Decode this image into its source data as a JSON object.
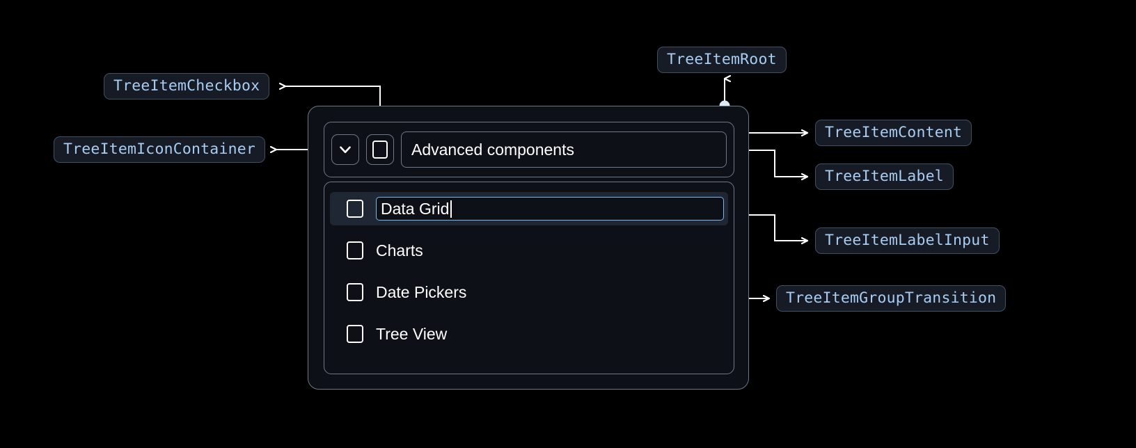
{
  "theme": {
    "background": "#000000",
    "panel_bg": "#0d1117",
    "panel_border": "#6f7985",
    "chip_bg": "#161b26",
    "chip_border": "#40505f",
    "chip_text": "#a8cdf2",
    "connector": "#ffffff",
    "dot": "#dce9f7",
    "selected_row_bg": "#1e2733",
    "input_border": "#7db6ec",
    "text": "#ffffff"
  },
  "annotations": [
    {
      "id": "tree-item-root",
      "label": "TreeItemRoot"
    },
    {
      "id": "tree-item-checkbox",
      "label": "TreeItemCheckbox"
    },
    {
      "id": "tree-item-icon-container",
      "label": "TreeItemIconContainer"
    },
    {
      "id": "tree-item-content",
      "label": "TreeItemContent"
    },
    {
      "id": "tree-item-label",
      "label": "TreeItemLabel"
    },
    {
      "id": "tree-item-label-input",
      "label": "TreeItemLabelInput"
    },
    {
      "id": "tree-item-group-transition",
      "label": "TreeItemGroupTransition"
    }
  ],
  "tree": {
    "root_label": "Advanced components",
    "icon": "chevron-down-icon",
    "root_checkbox_checked": false,
    "children": [
      {
        "label": "Data Grid",
        "checked": false,
        "editing": true
      },
      {
        "label": "Charts",
        "checked": false,
        "editing": false
      },
      {
        "label": "Date Pickers",
        "checked": false,
        "editing": false
      },
      {
        "label": "Tree View",
        "checked": false,
        "editing": false
      }
    ]
  }
}
